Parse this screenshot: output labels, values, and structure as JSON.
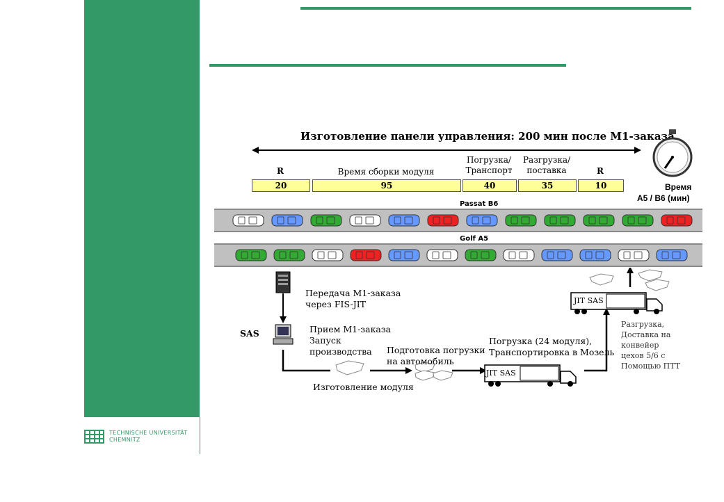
{
  "slide": {
    "accent_color": "#339966",
    "title": "Изготовление панели управления: 200 мин после М1-заказа"
  },
  "logo": {
    "line1": "TECHNISCHE UNIVERSITÄT",
    "line2": "CHEMNITZ",
    "icon": "university-building-icon"
  },
  "timeline": {
    "headers": [
      "R",
      "Время сборки модуля",
      "Погрузка/\nТранспорт",
      "Разгрузка/\nпоставка",
      "R"
    ],
    "values": [
      "20",
      "95",
      "40",
      "35",
      "10"
    ]
  },
  "clock": {
    "icon": "stopwatch-icon",
    "label_line1": "Время",
    "label_line2": "A5 / B6 (мин)"
  },
  "bands": [
    {
      "label": "Passat B6",
      "cars": [
        "white",
        "blue",
        "green",
        "white",
        "blue",
        "red",
        "blue",
        "green",
        "green",
        "green",
        "green",
        "red"
      ]
    },
    {
      "label": "Golf A5",
      "cars": [
        "green",
        "green",
        "white",
        "red",
        "blue",
        "white",
        "green",
        "white",
        "blue",
        "blue",
        "white",
        "blue"
      ]
    }
  ],
  "car_colors": {
    "white": "#ffffff",
    "blue": "#6699ff",
    "green": "#33aa33",
    "red": "#ee2222"
  },
  "flow": {
    "server_icon": "server-icon",
    "transfer_line1": "Передача М1-заказа",
    "transfer_line2": "через FIS-JIT",
    "sas_label": "SAS",
    "computer_icon": "computer-icon",
    "receive_line1": "Прием М1-заказа",
    "receive_line2": "Запуск",
    "receive_line3": "производства",
    "module_label": "Изготовление модуля",
    "prep_line1": "Подготовка погрузки",
    "prep_line2": "на автомобиль",
    "load_line1": "Погрузка (24 модуля),",
    "load_line2": "Транспортировка в Мозель",
    "truck1_label": "JIT SAS",
    "truck2_label": "JIT SAS",
    "unload_lines": [
      "Разгрузка,",
      "Доставка на",
      "конвейер",
      "цехов 5/6 с",
      "Помощью ПТТ"
    ]
  }
}
